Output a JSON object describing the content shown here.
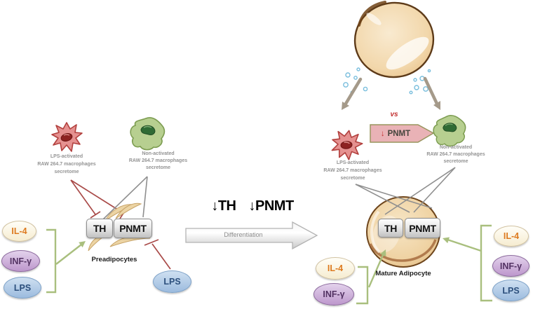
{
  "figure": {
    "versus_label": "vs",
    "banner": {
      "arrow": "↓",
      "label": "PNMT"
    },
    "center": {
      "down_th": "↓TH",
      "down_pnmt": "↓PNMT",
      "differentiation_label": "Differentiation"
    },
    "macrophages": {
      "lps_activated": {
        "line1": "LPS-activated",
        "line2": "RAW 264.7 macrophages",
        "line3": "secretome"
      },
      "non_activated": {
        "line1": "Non-activated",
        "line2": "RAW 264.7 macrophages",
        "line3": "secretome"
      }
    },
    "enzymes": {
      "th": "TH",
      "pnmt": "PNMT"
    },
    "cytokines": {
      "il4": "IL-4",
      "infg": "INF-γ",
      "lps": "LPS"
    },
    "cells": {
      "preadipocytes": "Preadipocytes",
      "mature_adipocyte": "Mature Adipocyte"
    }
  },
  "colors": {
    "il4-text": "#dd7a1f",
    "infg-text": "#533263",
    "lps-text": "#2c4f7c",
    "inhibit-red": "#a94a48",
    "line-gray": "#8f8f8f",
    "green-accent": "#a9bf7e",
    "banner-pink": "#e9b2b6",
    "vs-red": "#c23030",
    "adipocyte-tan": "#f0d3a6"
  }
}
